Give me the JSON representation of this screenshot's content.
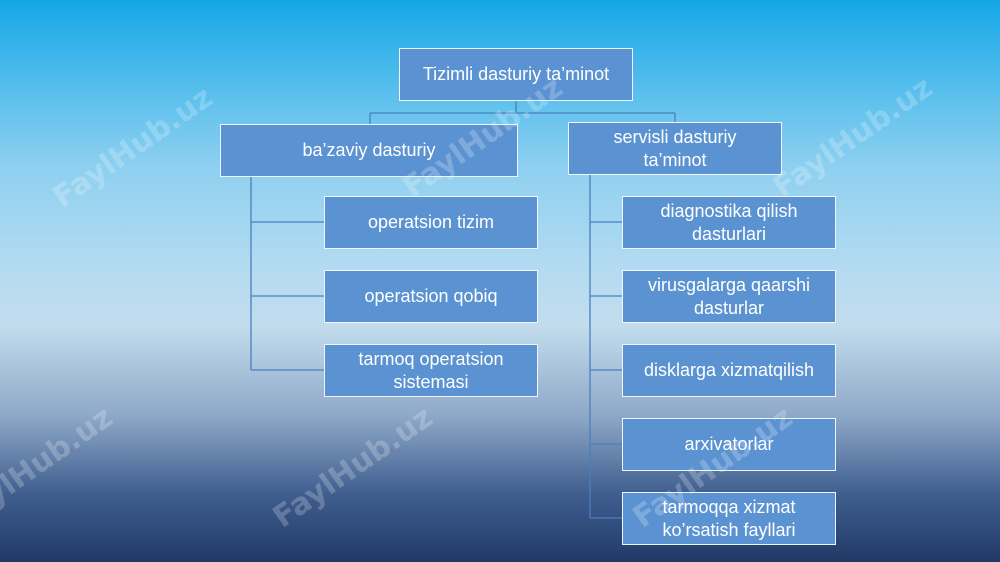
{
  "diagram": {
    "root": {
      "label": "Tizimli dasturiy ta’minot"
    },
    "branches": [
      {
        "label": "ba’zaviy dasturiy",
        "children": [
          "operatsion tizim",
          "operatsion qobiq",
          "tarmoq operatsion\nsistemasi"
        ]
      },
      {
        "label": "servisli  dasturiy\nta’minot",
        "children": [
          "diagnostika qilish\ndasturlari",
          "virusgalarga  qaarshi\ndasturlar",
          "disklarga xizmatqilish",
          "arxivatorlar",
          "tarmoqqa xizmat\nko’rsatish fayllari"
        ]
      }
    ]
  },
  "watermark": {
    "text": "FaylHub.uz"
  },
  "colors": {
    "node_fill": "#5b93d2",
    "node_border": "#eef5fc",
    "connector": "#4a7fbf"
  }
}
